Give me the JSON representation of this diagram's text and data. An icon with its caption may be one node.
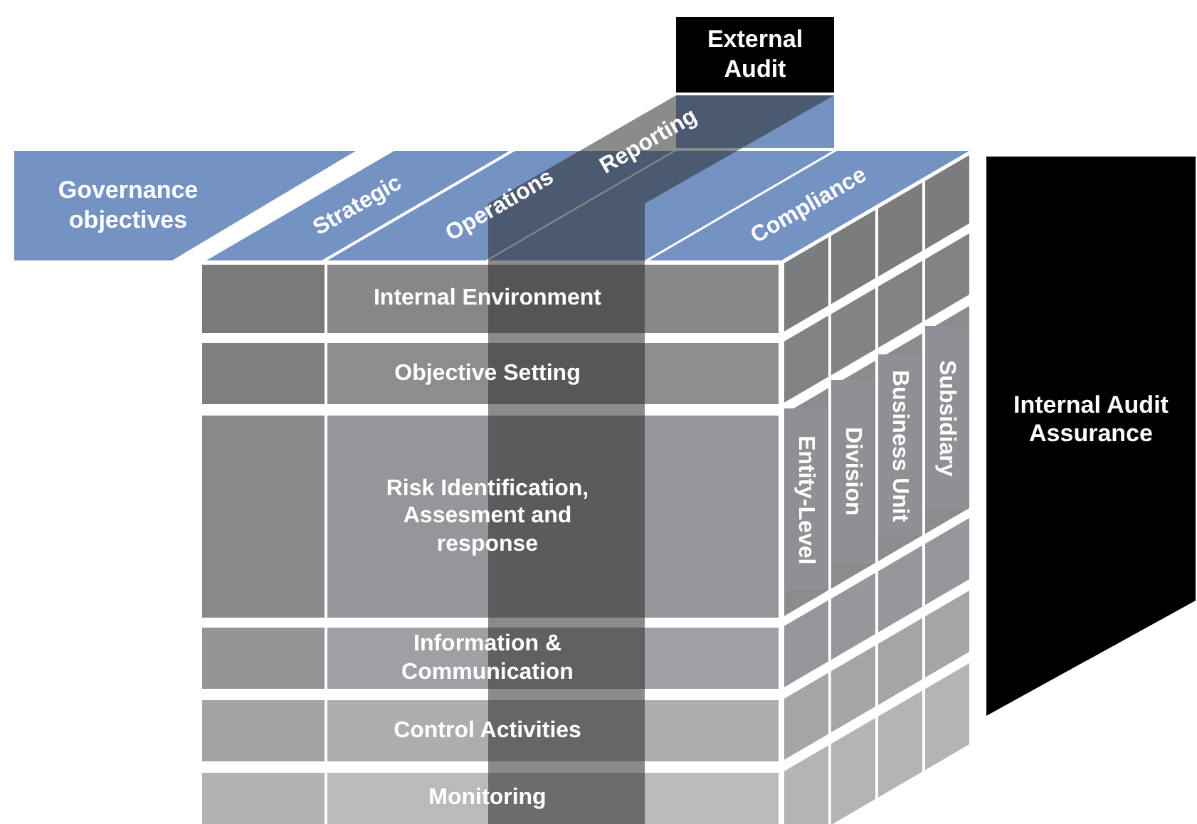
{
  "diagram": {
    "nodes": [
      {
        "text": [
          "External Audit"
        ]
      },
      {
        "text": [
          "Governance objectives"
        ]
      },
      {
        "text": [
          "Strategic"
        ]
      },
      {
        "text": [
          "Operations"
        ]
      },
      {
        "text": [
          "Reporting"
        ]
      },
      {
        "text": [
          "Compliance"
        ]
      },
      {
        "text": [
          "Internal Environment"
        ]
      },
      {
        "text": [
          "Objective Setting"
        ]
      },
      {
        "text": [
          "Risk Identification, Assesment and response"
        ]
      },
      {
        "text": [
          "Information & Communication"
        ]
      },
      {
        "text": [
          "Control Activities"
        ]
      },
      {
        "text": [
          "Monitoring"
        ]
      },
      {
        "text": [
          "Entity-Level"
        ]
      },
      {
        "text": [
          "Division"
        ]
      },
      {
        "text": [
          "Business Unit"
        ]
      },
      {
        "text": [
          "Subsidiary"
        ]
      },
      {
        "text": [
          "Internal Audit Assurance"
        ]
      }
    ]
  }
}
